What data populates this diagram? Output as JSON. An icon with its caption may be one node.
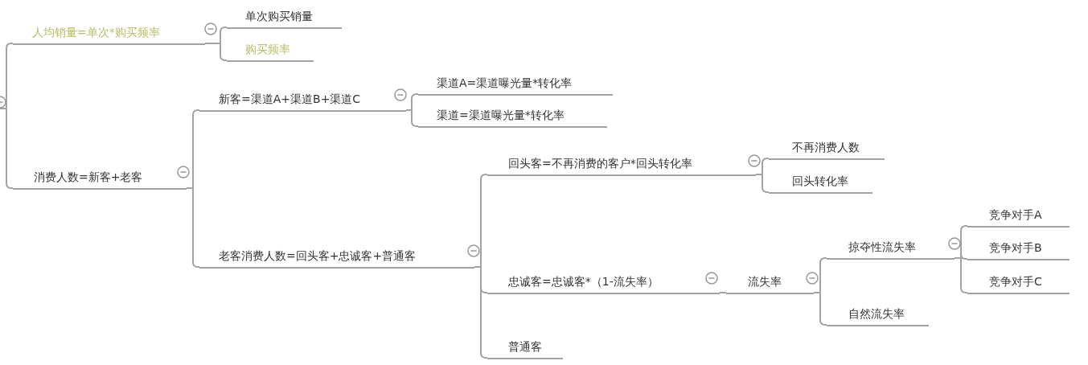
{
  "diagram": {
    "nodes": [
      {
        "text": [
          "人均销量=单次*购买频率"
        ]
      },
      {
        "text": [
          "单次购买销量"
        ]
      },
      {
        "text": [
          "购买频率"
        ]
      },
      {
        "text": [
          "消费人数=新客+老客"
        ]
      },
      {
        "text": [
          "新客=渠道A+渠道B+渠道C"
        ]
      },
      {
        "text": [
          "渠道A=渠道曝光量*转化率"
        ]
      },
      {
        "text": [
          "渠道=渠道曝光量*转化率"
        ]
      },
      {
        "text": [
          "老客消费人数=回头客+忠诚客+普通客"
        ]
      },
      {
        "text": [
          "回头客=不再消费的客户*回头转化率"
        ]
      },
      {
        "text": [
          "不再消费人数"
        ]
      },
      {
        "text": [
          "回头转化率"
        ]
      },
      {
        "text": [
          "忠诚客=忠诚客*（1-流失率）"
        ]
      },
      {
        "text": [
          "流失率"
        ]
      },
      {
        "text": [
          "掠夺性流失率"
        ]
      },
      {
        "text": [
          "自然流失率"
        ]
      },
      {
        "text": [
          "竞争对手A"
        ]
      },
      {
        "text": [
          "竞争对手B"
        ]
      },
      {
        "text": [
          "竞争对手C"
        ]
      },
      {
        "text": [
          "普通客"
        ]
      }
    ],
    "edges": [
      {
        "from": null,
        "to": 0,
        "arrow": "none"
      },
      {
        "from": null,
        "to": 3,
        "arrow": "none"
      },
      {
        "from": 0,
        "to": 1,
        "arrow": "none"
      },
      {
        "from": 0,
        "to": 2,
        "arrow": "none"
      },
      {
        "from": 3,
        "to": 4,
        "arrow": "none"
      },
      {
        "from": 3,
        "to": 7,
        "arrow": "none"
      },
      {
        "from": 4,
        "to": 5,
        "arrow": "none"
      },
      {
        "from": 4,
        "to": 6,
        "arrow": "none"
      },
      {
        "from": 7,
        "to": 8,
        "arrow": "none"
      },
      {
        "from": 7,
        "to": 11,
        "arrow": "none"
      },
      {
        "from": 7,
        "to": 18,
        "arrow": "none"
      },
      {
        "from": 8,
        "to": 9,
        "arrow": "none"
      },
      {
        "from": 8,
        "to": 10,
        "arrow": "none"
      },
      {
        "from": 11,
        "to": 12,
        "arrow": "none"
      },
      {
        "from": 12,
        "to": 13,
        "arrow": "none"
      },
      {
        "from": 12,
        "to": 14,
        "arrow": "none"
      },
      {
        "from": 13,
        "to": 15,
        "arrow": "none"
      },
      {
        "from": 13,
        "to": 16,
        "arrow": "none"
      },
      {
        "from": 13,
        "to": 17,
        "arrow": "none"
      }
    ]
  }
}
